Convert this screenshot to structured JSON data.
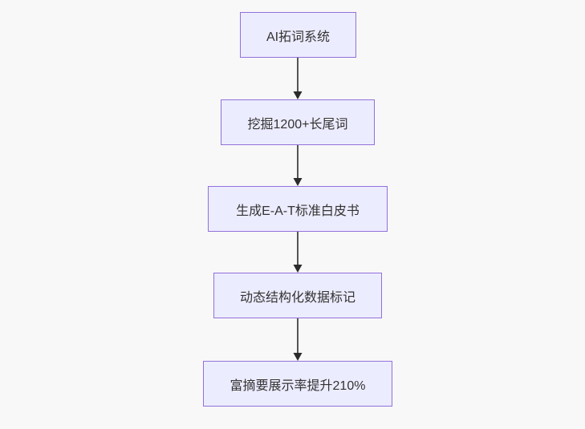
{
  "diagram": {
    "type": "flowchart",
    "direction": "top-down",
    "nodes": [
      {
        "id": "A",
        "label": "AI拓词系统"
      },
      {
        "id": "B",
        "label": "挖掘1200+长尾词"
      },
      {
        "id": "C",
        "label": "生成E-A-T标准白皮书"
      },
      {
        "id": "D",
        "label": "动态结构化数据标记"
      },
      {
        "id": "E",
        "label": "富摘要展示率提升210%"
      }
    ],
    "edges": [
      {
        "from": "A",
        "to": "B"
      },
      {
        "from": "B",
        "to": "C"
      },
      {
        "from": "C",
        "to": "D"
      },
      {
        "from": "D",
        "to": "E"
      }
    ],
    "colors": {
      "background": "#f8f8f8",
      "node_fill": "#ECECFF",
      "node_border": "#9370DB",
      "edge_line": "#555555",
      "arrowhead": "#2b2b2b",
      "text": "#333333"
    }
  }
}
